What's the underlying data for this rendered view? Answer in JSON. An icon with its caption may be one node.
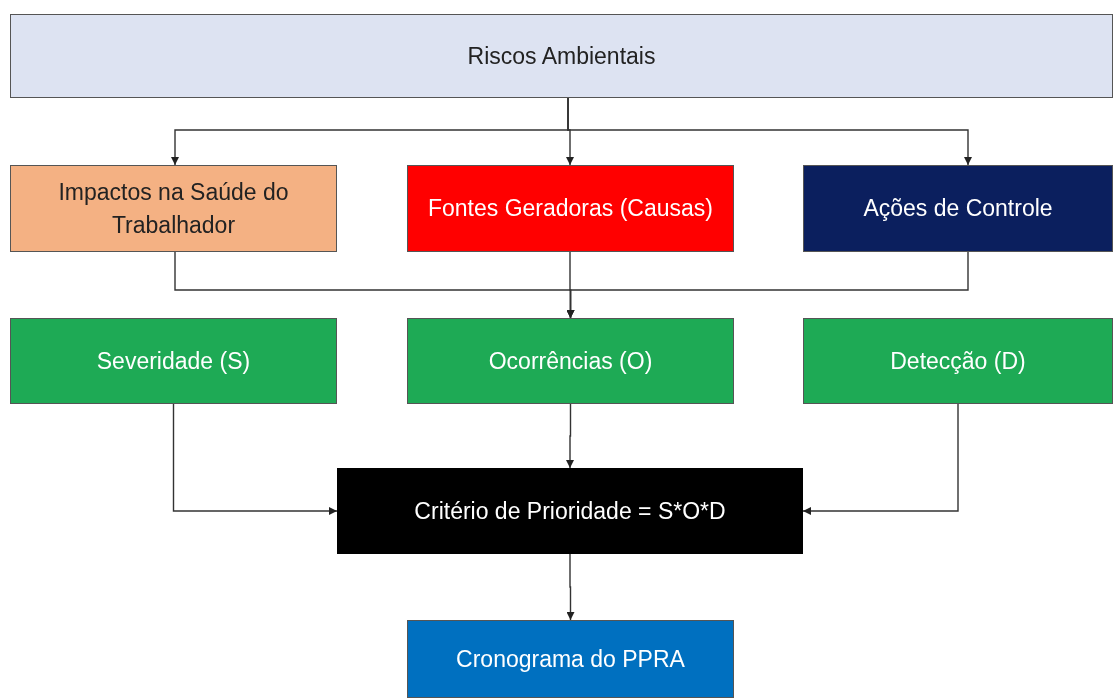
{
  "diagram": {
    "nodes": [
      {
        "text": [
          "Riscos Ambientais"
        ]
      },
      {
        "text": [
          "Impactos na Saúde do Trabalhador"
        ]
      },
      {
        "text": [
          "Fontes Geradoras (Causas)"
        ]
      },
      {
        "text": [
          "Ações de Controle"
        ]
      },
      {
        "text": [
          "Severidade (S)"
        ]
      },
      {
        "text": [
          "Ocorrências (O)"
        ]
      },
      {
        "text": [
          "Detecção (D)"
        ]
      },
      {
        "text": [
          "Critério de Prioridade = S*O*D"
        ]
      },
      {
        "text": [
          "Cronograma do PPRA"
        ]
      }
    ],
    "edges": [
      {
        "from": 0,
        "to": 1,
        "arrow": "to"
      },
      {
        "from": 0,
        "to": 2,
        "arrow": "to"
      },
      {
        "from": 0,
        "to": 3,
        "arrow": "to"
      },
      {
        "from": 1,
        "to": 5,
        "arrow": "to"
      },
      {
        "from": 2,
        "to": 5,
        "arrow": "to"
      },
      {
        "from": 3,
        "to": 5,
        "arrow": "to"
      },
      {
        "from": 4,
        "to": 7,
        "arrow": "to"
      },
      {
        "from": 5,
        "to": 7,
        "arrow": "to"
      },
      {
        "from": 6,
        "to": 7,
        "arrow": "to"
      },
      {
        "from": 7,
        "to": 8,
        "arrow": "to"
      }
    ]
  }
}
